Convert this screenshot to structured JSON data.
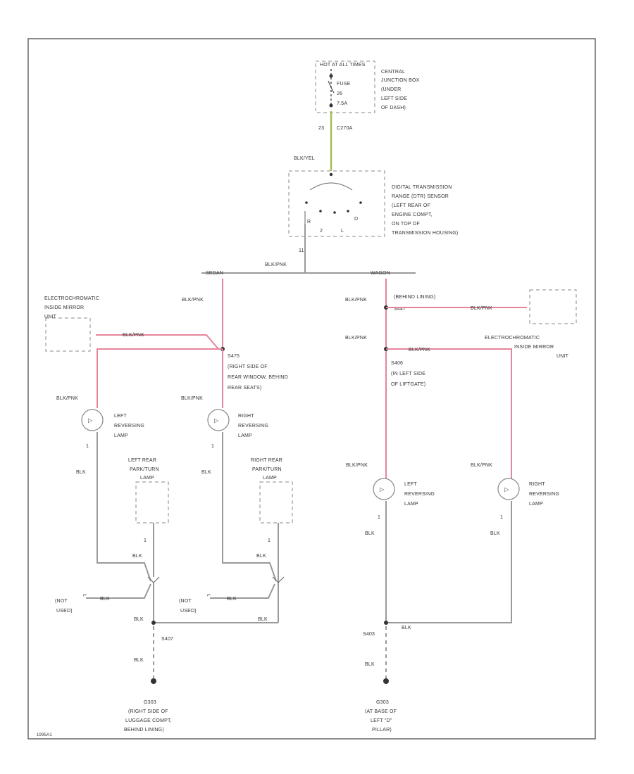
{
  "fuse": {
    "header": "HOT AT ALL TIMES",
    "fuse_label": "FUSE",
    "fuse_no": "26",
    "amps": "7.5A",
    "location": [
      "CENTRAL",
      "JUNCTION BOX",
      "(UNDER",
      "LEFT SIDE",
      "OF DASH)"
    ]
  },
  "upper_wire": {
    "pin": "23",
    "connector": "C270A",
    "color": "BLK/YEL"
  },
  "sensor": {
    "label": [
      "DIGITAL TRANSMISSION",
      "RANGE (DTR) SENSOR",
      "(LEFT REAR OF",
      "ENGINE COMPT,",
      "ON TOP OF",
      "TRANSMISSION HOUSING)"
    ],
    "positions": [
      "R",
      "D",
      "2",
      "L"
    ]
  },
  "main_wire": {
    "pin": "11",
    "color": "BLK/PNK"
  },
  "branches": {
    "sedan": "SEDAN",
    "wagon": "WAGON"
  },
  "sedan": {
    "mirror_label": [
      "ELECTROCHROMATIC",
      "INSIDE MIRROR",
      "UNIT"
    ],
    "wire_color": "BLK/PNK",
    "splice": {
      "id": "S475",
      "desc": [
        "(RIGHT SIDE OF",
        "REAR WINDOW, BEHIND",
        "REAR SEATS)"
      ]
    },
    "left_lamp": {
      "wire": "BLK/PNK",
      "label": [
        "LEFT",
        "REVERSING",
        "LAMP"
      ],
      "pin": "1",
      "ground_wire": "BLK"
    },
    "right_lamp": {
      "wire": "BLK/PNK",
      "label": [
        "RIGHT",
        "REVERSING",
        "LAMP"
      ],
      "pin": "1",
      "ground_wire": "BLK"
    },
    "left_turn": {
      "label": [
        "LEFT REAR",
        "PARK/TURN",
        "LAMP"
      ],
      "pin": "1",
      "wire": "BLK"
    },
    "right_turn": {
      "label": [
        "RIGHT REAR",
        "PARK/TURN",
        "LAMP"
      ],
      "pin": "1",
      "wire": "BLK"
    },
    "not_used_1": [
      "(NOT",
      "USED)"
    ],
    "not_used_2": [
      "(NOT",
      "USED)"
    ],
    "blk_1": "BLK",
    "blk_2": "BLK",
    "blk_3": "BLK",
    "blk_4": "BLK",
    "splice_ground": "S407",
    "ground_wire": "BLK",
    "ground": {
      "id": "G303",
      "desc": [
        "(RIGHT SIDE OF",
        "LUGGAGE COMPT,",
        "BEHIND LINING)"
      ]
    }
  },
  "wagon": {
    "wire_color": "BLK/PNK",
    "behind_lining": "(BEHIND LINING)",
    "splice_top": "S447",
    "mirror_wire": "BLK/PNK",
    "mirror_label": [
      "ELECTROCHROMATIC",
      "INSIDE MIRROR",
      "UNIT"
    ],
    "wire_color_2": "BLK/PNK",
    "splice": {
      "id": "S406",
      "desc": [
        "(IN LEFT SIDE",
        "OF LIFTGATE)"
      ]
    },
    "left_lamp": {
      "wire": "BLK/PNK",
      "label": [
        "LEFT",
        "REVERSING",
        "LAMP"
      ],
      "pin": "1",
      "ground_wire": "BLK"
    },
    "right_lamp": {
      "wire": "BLK/PNK",
      "label": [
        "RIGHT",
        "REVERSING",
        "LAMP"
      ],
      "pin": "1",
      "ground_wire": "BLK"
    },
    "splice_ground": "S403",
    "blk_right": "BLK",
    "ground_wire": "BLK",
    "ground": {
      "id": "G303",
      "desc": [
        "(AT BASE OF",
        "LEFT \"D\"",
        "PILLAR)"
      ]
    }
  },
  "footer_code": "1995A1"
}
